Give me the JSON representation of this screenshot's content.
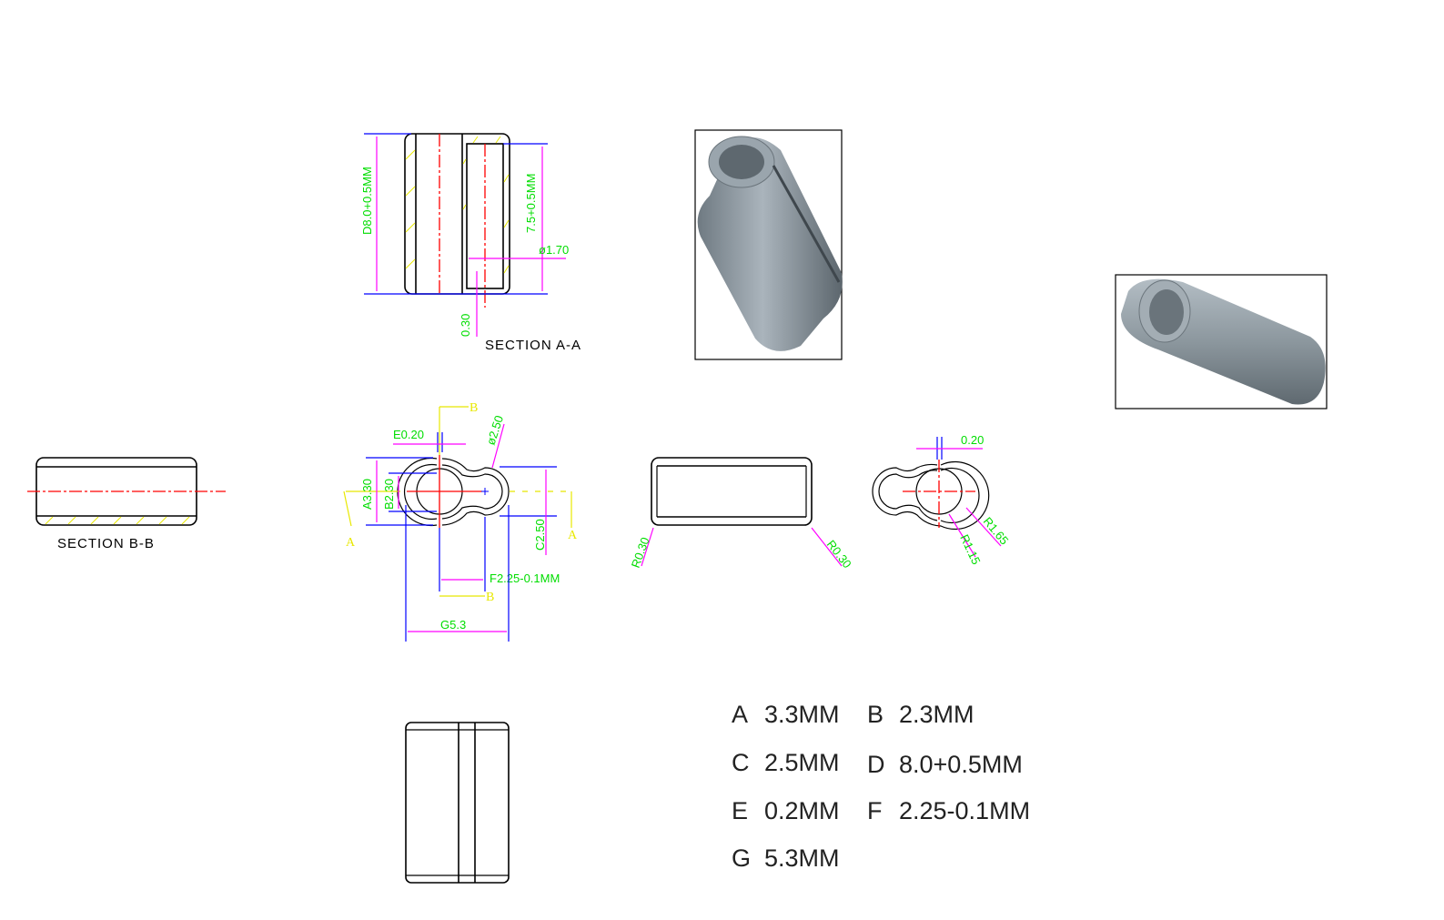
{
  "section_aa": {
    "label": "SECTION A-A",
    "dim_d": "D8.0+0.5MM",
    "dim_length": "7.5+0.5MM",
    "dim_bore": "ø1.70",
    "dim_wall": "0.30"
  },
  "section_bb": {
    "label": "SECTION B-B"
  },
  "front_view": {
    "dim_a": "A3.30",
    "dim_b": "B2.30",
    "dim_c": "C2.50",
    "dim_e": "E0.20",
    "dim_f": "F2.25-0.1MM",
    "dim_g": "G5.3",
    "dim_lobe": "ø2.50",
    "cut_b": "B",
    "cut_a": "A"
  },
  "side_view": {
    "radius_left": "R0.30",
    "radius_right": "R0.30"
  },
  "end_view": {
    "gap": "0.20",
    "r_inner": "R1.15",
    "r_outer": "R1.65"
  },
  "spec_table": [
    {
      "key": "A",
      "value": "3.3MM"
    },
    {
      "key": "B",
      "value": "2.3MM"
    },
    {
      "key": "C",
      "value": "2.5MM"
    },
    {
      "key": "D",
      "value": "8.0+0.5MM"
    },
    {
      "key": "E",
      "value": "0.2MM"
    },
    {
      "key": "F",
      "value": "2.25-0.1MM"
    },
    {
      "key": "G",
      "value": "5.3MM"
    }
  ],
  "colors": {
    "dimension_text": "#00dd00",
    "dimension_arrow": "#ff00ff",
    "extension": "#0000ff",
    "centerline": "#ff0000",
    "section": "#e8e800"
  }
}
